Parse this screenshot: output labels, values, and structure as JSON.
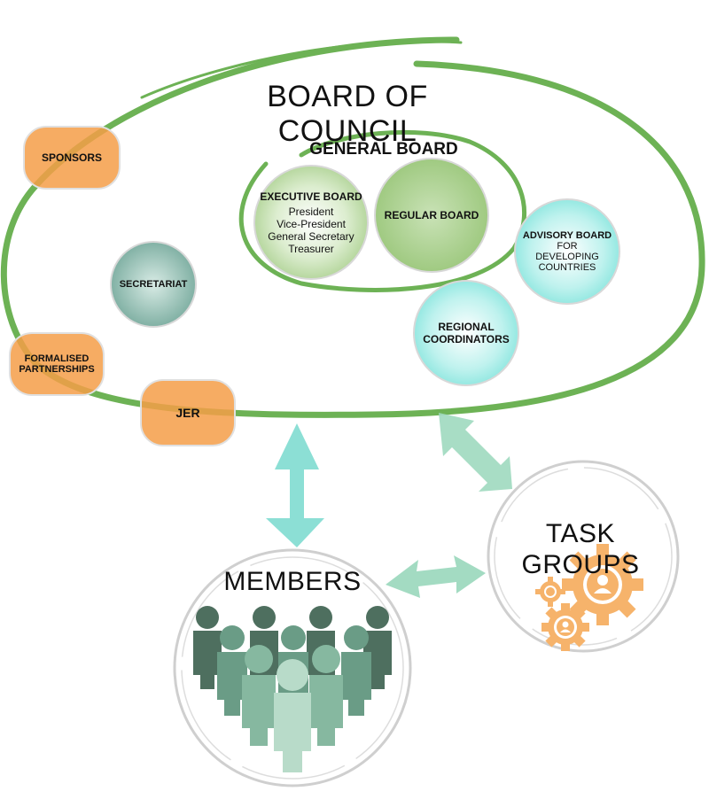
{
  "board_of_council": {
    "title": "BOARD OF COUNCIL"
  },
  "general_board": {
    "title": "GENERAL BOARD",
    "executive_board": {
      "title": "EXECUTIVE BOARD",
      "roles": [
        "President",
        "Vice-President",
        "General Secretary",
        "Treasurer"
      ]
    },
    "regular_board": {
      "title": "REGULAR BOARD"
    }
  },
  "secretariat": {
    "title": "SECRETARIAT"
  },
  "advisory_board": {
    "title": "ADVISORY BOARD",
    "line1": "FOR",
    "line2": "DEVELOPING",
    "line3": "COUNTRIES"
  },
  "regional_coordinators": {
    "line1": "REGIONAL",
    "line2": "COORDINATORS"
  },
  "sponsors": {
    "title": "SPONSORS"
  },
  "formalised_partnerships": {
    "line1": "FORMALISED",
    "line2": "PARTNERSHIPS"
  },
  "jer": {
    "title": "JER"
  },
  "members": {
    "title": "MEMBERS"
  },
  "task_groups": {
    "title": "TASK GROUPS"
  },
  "colors": {
    "green_ring": "#6db255",
    "orange": "#f5a04a",
    "teal_arrow": "#7fdcd0",
    "mint_arrow": "#9ed9bf",
    "gear": "#f6b36b",
    "people_dark": "#4e7a66",
    "people_light": "#b8dbc9"
  }
}
